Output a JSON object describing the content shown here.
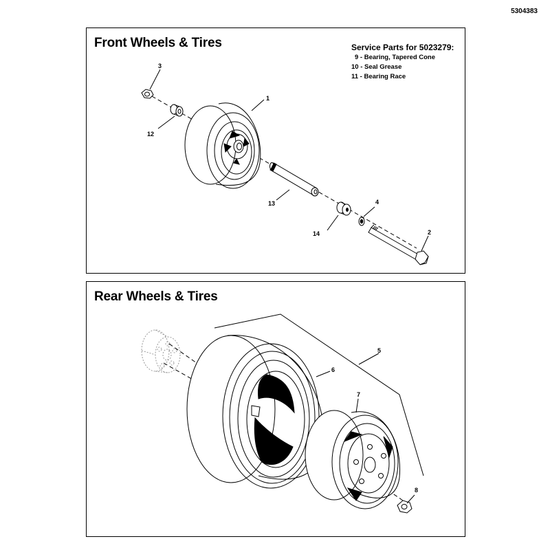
{
  "document": {
    "number": "5304383"
  },
  "front": {
    "title": "Front Wheels & Tires",
    "service": {
      "title": "Service Parts for 5023279:",
      "items": [
        "9 - Bearing, Tapered Cone",
        "10 - Seal Grease",
        "11 - Bearing Race"
      ]
    },
    "callouts": {
      "c1": "1",
      "c2": "2",
      "c3": "3",
      "c4": "4",
      "c12": "12",
      "c13": "13",
      "c14": "14"
    }
  },
  "rear": {
    "title": "Rear Wheels & Tires",
    "callouts": {
      "c5": "5",
      "c6": "6",
      "c7": "7",
      "c8": "8"
    }
  }
}
